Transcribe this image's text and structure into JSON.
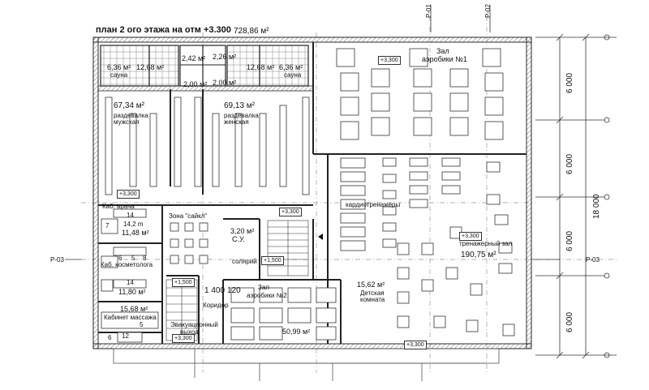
{
  "title": "план 2 ого этажа на отм +3.300",
  "total_area": "728,86 м²",
  "section_marks": {
    "top1": "Р-01",
    "top2": "Р-02",
    "left": "Р-03",
    "right": "Р-03"
  },
  "dimensions": {
    "d1": "6 000",
    "d2": "6 000",
    "d3": "6 000",
    "d4": "6 000",
    "total": "18 000"
  },
  "rooms": {
    "sauna_l_area": "6,36 м²",
    "sauna_l_label": "сауна",
    "shower_l_area": "12,68 м²",
    "wc1_area": "2,42 м²",
    "wc2_area": "2,26 м²",
    "wc3_area": "2,00 м²",
    "wc4_area": "2,00 м²",
    "shower_r_area": "12,68 м²",
    "sauna_r_area": "6,36 м²",
    "sauna_r_label": "сауна",
    "locker_m_area": "67,34 м²",
    "locker_m_label1": "раздевалка",
    "locker_m_label2": "мужская",
    "locker_w_area": "69,13 м²",
    "locker_w_label1": "раздевалка",
    "locker_w_label2": "женская",
    "aerobics1_label": "Зал",
    "aerobics1_label2": "аэробики №1",
    "doctor_label": "Каб. врача",
    "doctor_num": "14",
    "doctor_sub": "14,2 m",
    "doctor_area": "11,48 м²",
    "cycle_label": "Зона \"сайкл\"",
    "wc5_area": "3,20 м²",
    "wc5_label": "С.У.",
    "cosmetology_label": "Каб. косметолога",
    "cosmetology_num": "14",
    "cosmetology_area": "11,80 м²",
    "massage_area": "15,68 м²",
    "massage_label": "Кабинет массажа",
    "solarium_label": "солярий",
    "corridor_label": "Коридор",
    "corridor_dim1": "1 400",
    "corridor_dim2": "120",
    "evac_label1": "Эвакуационный",
    "evac_label2": "выход",
    "aerobics2_label": "Зал",
    "aerobics2_label2": "аэробики №2",
    "aerobics2_area": "50,99 м²",
    "kids_area": "15,62 м²",
    "kids_label1": "Детская",
    "kids_label2": "комната",
    "cardio_label": "кардиотренажеры",
    "gym_label": "тренажерный зал",
    "gym_area": "190,75 м²"
  },
  "levels": {
    "l1": "+3,300",
    "l2": "+3,300",
    "l3": "+3,300",
    "l4": "+1,500",
    "l5": "+3,300",
    "l6": "+1,500",
    "l7": "+3,300",
    "l8": "+3,300"
  },
  "misc": {
    "m1": "7",
    "m2": "5",
    "m3": "6",
    "m4": "8",
    "m5": "12",
    "m6": "6",
    "m7": "5"
  }
}
